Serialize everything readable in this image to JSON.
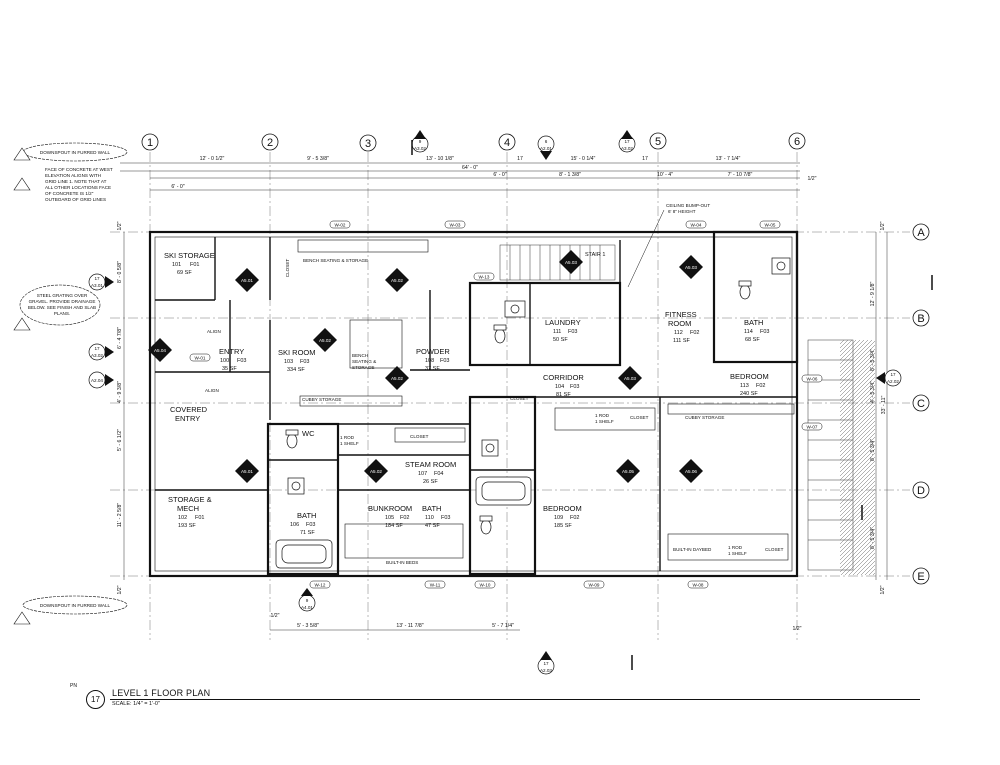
{
  "sheet": {
    "title": "LEVEL 1 FLOOR PLAN",
    "scale": "SCALE: 1/4\" = 1'-0\"",
    "north": "PN",
    "view_number": "17"
  },
  "grid": {
    "columns": [
      "1",
      "2",
      "3",
      "4",
      "5",
      "6"
    ],
    "rows": [
      "A",
      "B",
      "C",
      "D",
      "E"
    ]
  },
  "dimensions": {
    "top_row1": [
      "12' - 0 1/2\"",
      "9' - 5 3/8\"",
      "13' - 10 1/8\"",
      "15' - 0 1/4\"",
      "13' - 7 1/4\""
    ],
    "top_marks": [
      "17",
      "17"
    ],
    "top_overall": "64' - 0\"",
    "top_row3": [
      "6' - 0\"",
      "6' - 0\"",
      "8' - 1 3/8\"",
      "10' - 4\"",
      "7' - 10 7/8\""
    ],
    "top_ceiling": "1/2\"",
    "bottom_row": [
      "5' - 3 5/8\"",
      "13' - 11 7/8\"",
      "5' - 7 1/4\""
    ],
    "bottom_half": [
      "1/2\"",
      "1/2\""
    ],
    "left_col": [
      "1/2\"",
      "8' - 0 5/8\"",
      "6' - 4 7/8\"",
      "4' - 9 3/8\"",
      "5' - 6 1/2\"",
      "11' - 2 5/8\"",
      "1/2\""
    ],
    "right_col": [
      "1/2\"",
      "12' - 9 1/8\"",
      "8' - 5 3/4\"",
      "4' - 5 3/4\"",
      "8' - 5 3/4\"",
      "8' - 5 3/4\"",
      "1/2\""
    ],
    "right_overall": "33' - 11\""
  },
  "rooms": [
    {
      "name": "SKI STORAGE",
      "num": "101",
      "fin": "F01",
      "area": "69 SF"
    },
    {
      "name": "SKI ROOM",
      "num": "103",
      "fin": "F03",
      "area": "334 SF"
    },
    {
      "name": "ENTRY",
      "num": "100",
      "fin": "F03",
      "area": "35 SF"
    },
    {
      "name": "POWDER",
      "num": "108",
      "fin": "F03",
      "area": "37 SF"
    },
    {
      "name": "LAUNDRY",
      "num": "111",
      "fin": "F03",
      "area": "50 SF"
    },
    {
      "name": "FITNESS\nROOM",
      "num": "112",
      "fin": "F02",
      "area": "111 SF"
    },
    {
      "name": "BATH",
      "num": "114",
      "fin": "F03",
      "area": "68 SF"
    },
    {
      "name": "CORRIDOR",
      "num": "104",
      "fin": "F03",
      "area": "81 SF"
    },
    {
      "name": "BEDROOM",
      "num": "113",
      "fin": "F02",
      "area": "240 SF"
    },
    {
      "name": "COVERED\nENTRY",
      "num": "",
      "fin": "",
      "area": ""
    },
    {
      "name": "WC",
      "num": "",
      "fin": "",
      "area": ""
    },
    {
      "name": "STEAM ROOM",
      "num": "107",
      "fin": "F04",
      "area": "26 SF"
    },
    {
      "name": "STORAGE &\nMECH",
      "num": "102",
      "fin": "F01",
      "area": "193 SF"
    },
    {
      "name": "BATH",
      "num": "106",
      "fin": "F03",
      "area": "71 SF"
    },
    {
      "name": "BUNKROOM",
      "num": "105",
      "fin": "F02",
      "area": "184 SF"
    },
    {
      "name": "BATH",
      "num": "110",
      "fin": "F03",
      "area": "47 SF"
    },
    {
      "name": "BEDROOM",
      "num": "109",
      "fin": "F02",
      "area": "185 SF"
    }
  ],
  "notes": [
    {
      "text": "DOWNSPOUT IN FURRED WALL"
    },
    {
      "text": "FACE OF CONCRETE AT WEST ELEVATION ALIGNS WITH GRID LINE 1. NOTE THAT AT ALL OTHER LOCATIONS FACE OF CONCRETE IS 1/2\" OUTBOARD OF GRID LINES"
    },
    {
      "text": "STEEL GRATING OVER GRAVEL. PROVIDE DRAINAGE BELOW. SEE FINISH AND SLAB PLANS."
    },
    {
      "text": "DOWNSPOUT IN FURRED WALL"
    },
    {
      "text": "CEILING BUMP-OUT 6' 8\" HEIGHT"
    }
  ],
  "labels": {
    "bench1": "BENCH SEATING & STORAGE",
    "bench2": "BENCH\nSEATING &\nSTORAGE",
    "cubby1": "CUBBY STORAGE",
    "cubby2": "CUBBY STORAGE",
    "closet": "CLOSET",
    "stair": "STAIR 1",
    "align": "ALIGN",
    "builtin_beds": "BUILT-IN BEDS",
    "builtin_daybed": "BUILT-IN DAYBED",
    "rod_shelf": "1 ROD\n1 SHELF",
    "wall_tags": [
      "W-02",
      "W-03",
      "W-04",
      "W-05",
      "W-01",
      "W-13",
      "W-06",
      "W-07",
      "W-12",
      "W-11",
      "W-10",
      "W-09",
      "W-08"
    ]
  },
  "section_marks": {
    "top": [
      {
        "num": "9",
        "sheet": "A3.02"
      },
      {
        "num": "6",
        "sheet": "A2.01"
      },
      {
        "num": "17",
        "sheet": "A3.02"
      }
    ],
    "bottom": [
      {
        "num": "9",
        "sheet": "A4.01"
      },
      {
        "num": "17",
        "sheet": "A2.03"
      }
    ],
    "left": [
      {
        "num": "17",
        "sheet": "A3.01"
      },
      {
        "num": "17",
        "sheet": "A3.02"
      },
      {
        "num": "",
        "sheet": "A2.04"
      }
    ],
    "right": [
      {
        "num": "17",
        "sheet": "A2.02"
      }
    ]
  },
  "elevation_tags": [
    "A5.01",
    "A5.02",
    "A5.02",
    "A5.02",
    "A5.03",
    "A5.03",
    "A5.05",
    "A5.06",
    "A5.01",
    "A5.02",
    "A5.03",
    "A5.04"
  ]
}
